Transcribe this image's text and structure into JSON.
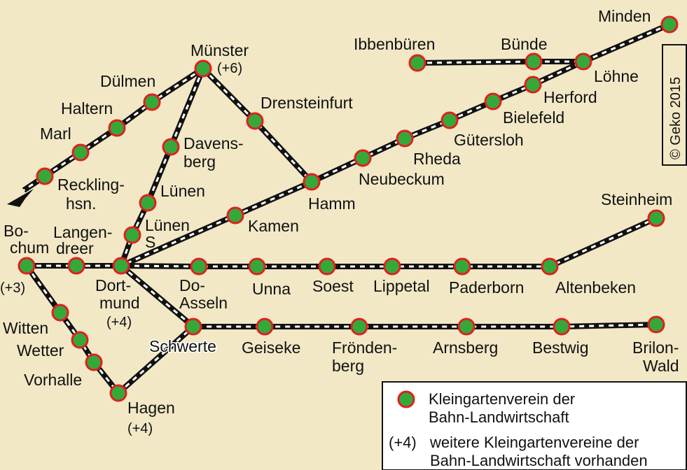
{
  "colors": {
    "background": "#f2e8c6",
    "station_fill": "#35a83a",
    "station_ring": "#e02020",
    "rail_dark": "#111111",
    "rail_light": "#ffffff"
  },
  "copyright": "© Geko 2015",
  "stations": {
    "minden": {
      "name": "Minden"
    },
    "ibbenbueren": {
      "name": "Ibbenbüren"
    },
    "buende": {
      "name": "Bünde"
    },
    "loehne": {
      "name": "Löhne"
    },
    "herford": {
      "name": "Herford"
    },
    "bielefeld": {
      "name": "Bielefeld"
    },
    "guetersloh": {
      "name": "Gütersloh"
    },
    "rheda": {
      "name": "Rheda"
    },
    "neubeckum": {
      "name": "Neubeckum"
    },
    "hamm": {
      "name": "Hamm"
    },
    "drensteinfurt": {
      "name": "Drensteinfurt"
    },
    "muenster": {
      "name": "Münster",
      "count": "(+6)"
    },
    "duelmen": {
      "name": "Dülmen"
    },
    "haltern": {
      "name": "Haltern"
    },
    "marl": {
      "name": "Marl"
    },
    "recklinghausen": {
      "name_line1": "Reckling-",
      "name_line2": "hsn."
    },
    "davensberg": {
      "name_line1": "Davens-",
      "name_line2": "berg"
    },
    "luenen": {
      "name": "Lünen"
    },
    "luenen_s": {
      "name_line1": "Lünen",
      "name_line2": "S"
    },
    "kamen": {
      "name": "Kamen"
    },
    "bochum": {
      "name_line1": "Bo-",
      "name_line2": "chum",
      "count": "(+3)"
    },
    "langendreer": {
      "name_line1": "Langen-",
      "name_line2": "dreer"
    },
    "dortmund": {
      "name_line1": "Dort-",
      "name_line2": "mund",
      "count": "(+4)"
    },
    "do_asseln": {
      "name_line1": "Do-",
      "name_line2": "Asseln"
    },
    "unna": {
      "name": "Unna"
    },
    "soest": {
      "name": "Soest"
    },
    "lippetal": {
      "name": "Lippetal"
    },
    "paderborn": {
      "name": "Paderborn"
    },
    "altenbeken": {
      "name": "Altenbeken"
    },
    "steinheim": {
      "name": "Steinheim"
    },
    "witten": {
      "name": "Witten"
    },
    "wetter": {
      "name": "Wetter"
    },
    "vorhalle": {
      "name": "Vorhalle"
    },
    "hagen": {
      "name": "Hagen",
      "count": "(+4)"
    },
    "schwerte": {
      "name": "Schwerte"
    },
    "geiseke": {
      "name": "Geiseke"
    },
    "froendenberg": {
      "name_line1": "Frönden-",
      "name_line2": "berg"
    },
    "arnsberg": {
      "name": "Arnsberg"
    },
    "bestwig": {
      "name": "Bestwig"
    },
    "brilon_wald": {
      "name_line1": "Brilon-",
      "name_line2": "Wald"
    }
  },
  "legend": {
    "station_line1": "Kleingartenverein der",
    "station_line2": "Bahn-Landwirtschaft",
    "count_symbol": "(+4)",
    "count_line1": "weitere Kleingartenvereine der",
    "count_line2": "Bahn-Landwirtschaft vorhanden"
  }
}
